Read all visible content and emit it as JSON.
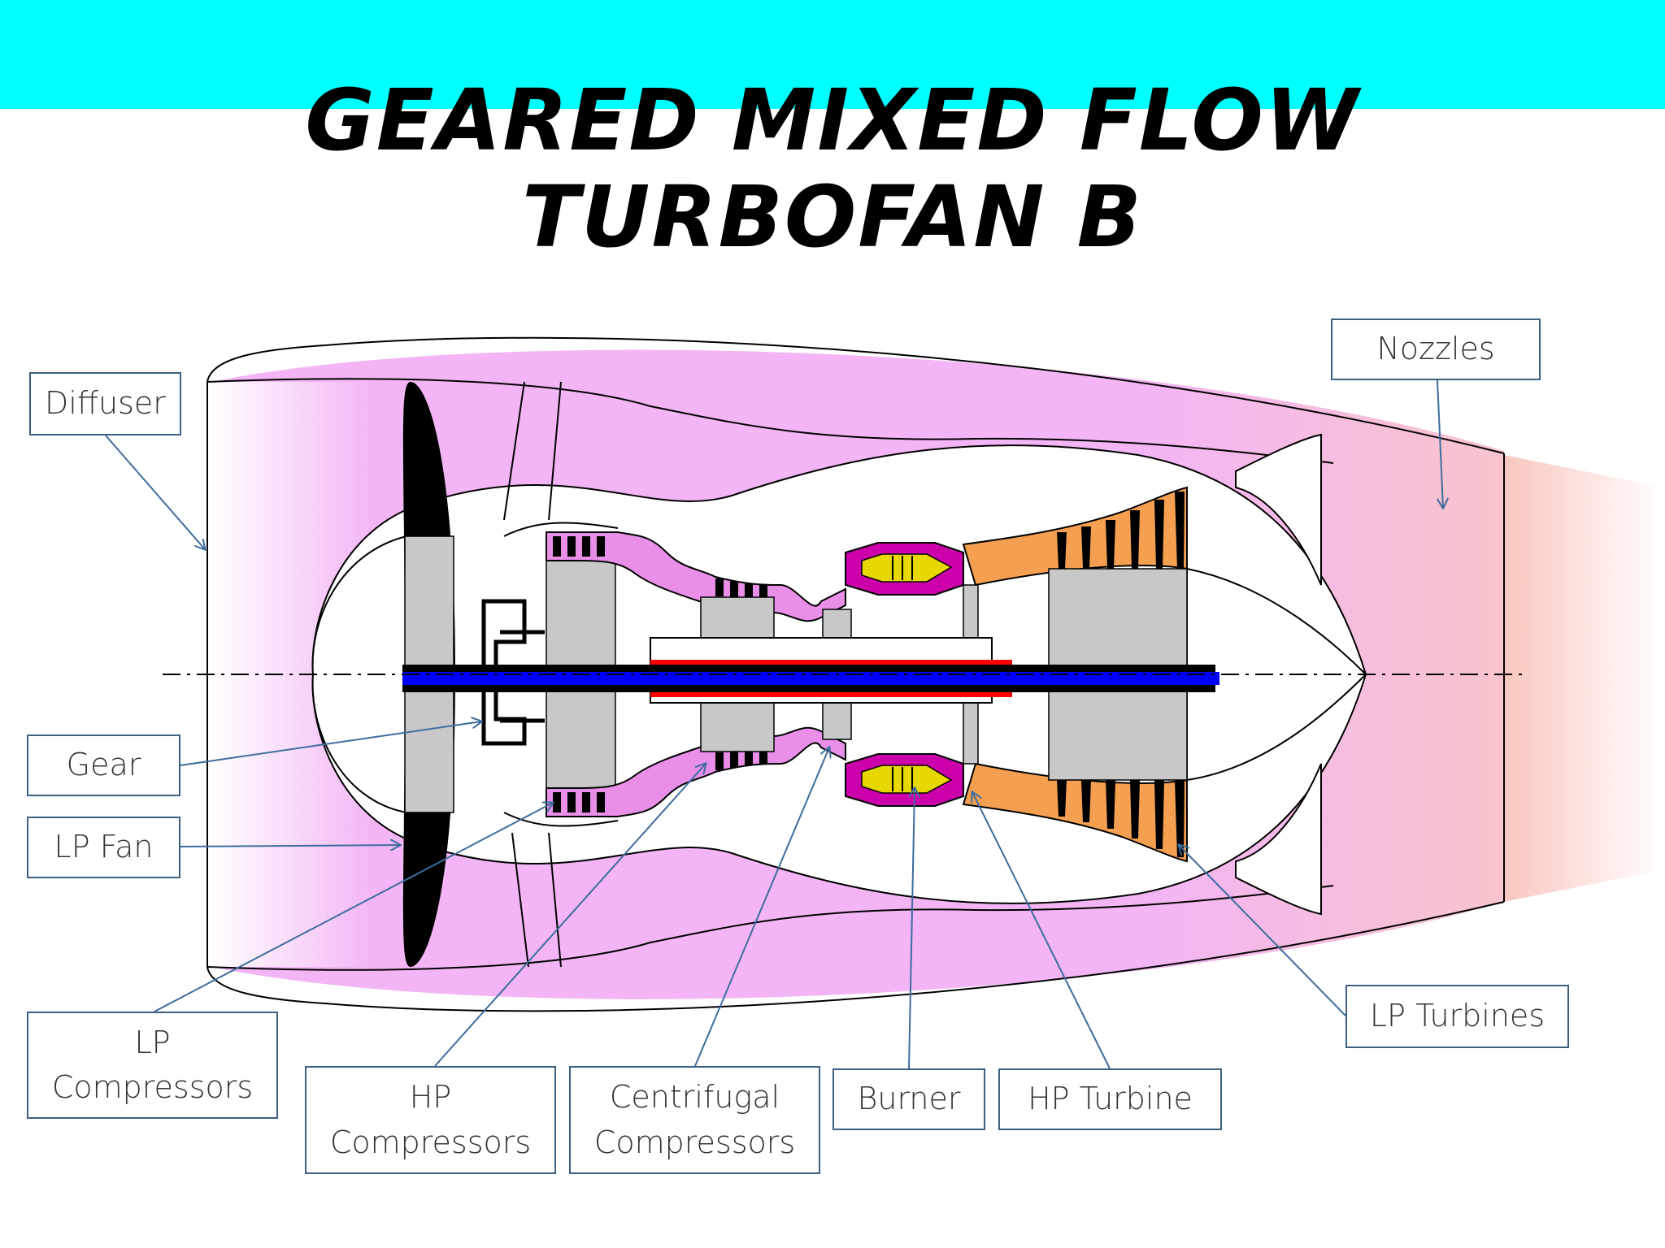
{
  "title": {
    "line1": "GEARED MIXED FLOW",
    "line2": "TURBOFAN B"
  },
  "colors": {
    "band": "#00ffff",
    "duct": "#f3b5f5",
    "exhaust": "#f9c9c2",
    "core": "#c8c8c8",
    "hp_shaft": "#ff0000",
    "lp_shaft": "#0000ff",
    "burner": "#cc00aa",
    "burner_can": "#e6d800",
    "turbine": "#f5a050",
    "leader": "#3d6d9e"
  },
  "labels": {
    "diffuser": "Diffuser",
    "nozzles": "Nozzles",
    "gear": "Gear",
    "lp_fan": "LP Fan",
    "lp_compressors": "LP\nCompressors",
    "hp_compressors": "HP\nCompressors",
    "centrifugal_compressors": "Centrifugal\nCompressors",
    "burner": "Burner",
    "hp_turbine": "HP Turbine",
    "lp_turbines": "LP Turbines"
  }
}
